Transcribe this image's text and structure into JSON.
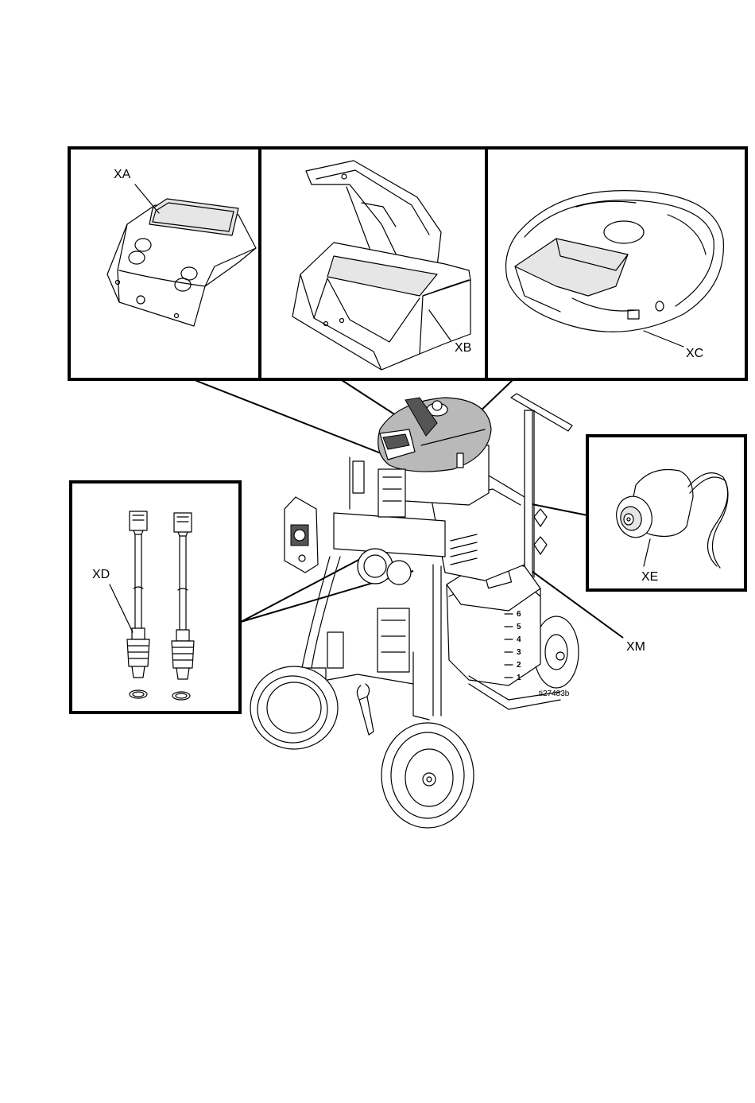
{
  "callouts": {
    "xa": "XA",
    "xb": "XB",
    "xc": "XC",
    "xd": "XD",
    "xe": "XE",
    "xm": "XM"
  },
  "figure_id": "ti27483b",
  "colors": {
    "line": "#000000",
    "shade": "#b9b9b9",
    "background": "#ffffff"
  }
}
